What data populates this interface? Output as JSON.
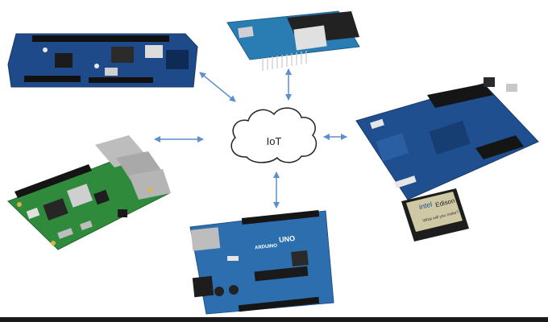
{
  "diagram": {
    "center_label": "IoT",
    "devices": [
      {
        "id": "nordic-dev-board",
        "kind": "board"
      },
      {
        "id": "arduino-mkr",
        "kind": "board"
      },
      {
        "id": "intel-edison-kit",
        "kind": "board",
        "chip_brand": "intel",
        "module_brand": "Edison",
        "module_caption": "What will you make?"
      },
      {
        "id": "arduino-uno",
        "kind": "board",
        "logo_text": "ARDUINO",
        "model_text": "UNO"
      },
      {
        "id": "raspberry-pi-4",
        "kind": "board"
      }
    ],
    "connections": [
      {
        "from": "iot",
        "to": "nordic-dev-board",
        "direction": "both"
      },
      {
        "from": "iot",
        "to": "arduino-mkr",
        "direction": "both"
      },
      {
        "from": "iot",
        "to": "intel-edison-kit",
        "direction": "both"
      },
      {
        "from": "iot",
        "to": "arduino-uno",
        "direction": "both"
      },
      {
        "from": "iot",
        "to": "raspberry-pi-4",
        "direction": "both"
      }
    ],
    "colors": {
      "arrow": "#5b8fd0",
      "board_blue": "#1f4a8a",
      "pi_green": "#2f8a3c",
      "uno_blue": "#2d6fae",
      "cloud_stroke": "#222222"
    }
  }
}
